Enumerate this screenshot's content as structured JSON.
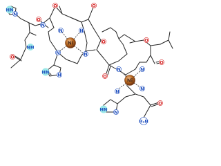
{
  "labels": {
    "n": "N",
    "nh": "NH",
    "hn": "HN",
    "o": "O",
    "h2n": "H₂N",
    "metal": "Ni"
  },
  "colors": {
    "bond": "#222222",
    "nitrogen": "#1f4fbf",
    "oxygen": "#d42020",
    "nh_highlight": "#9be8e8",
    "metal_fill": "#b5651d",
    "metal_ring": "#7a3a10"
  },
  "icons": {
    "metal_center": "coordinated-metal-sphere"
  }
}
